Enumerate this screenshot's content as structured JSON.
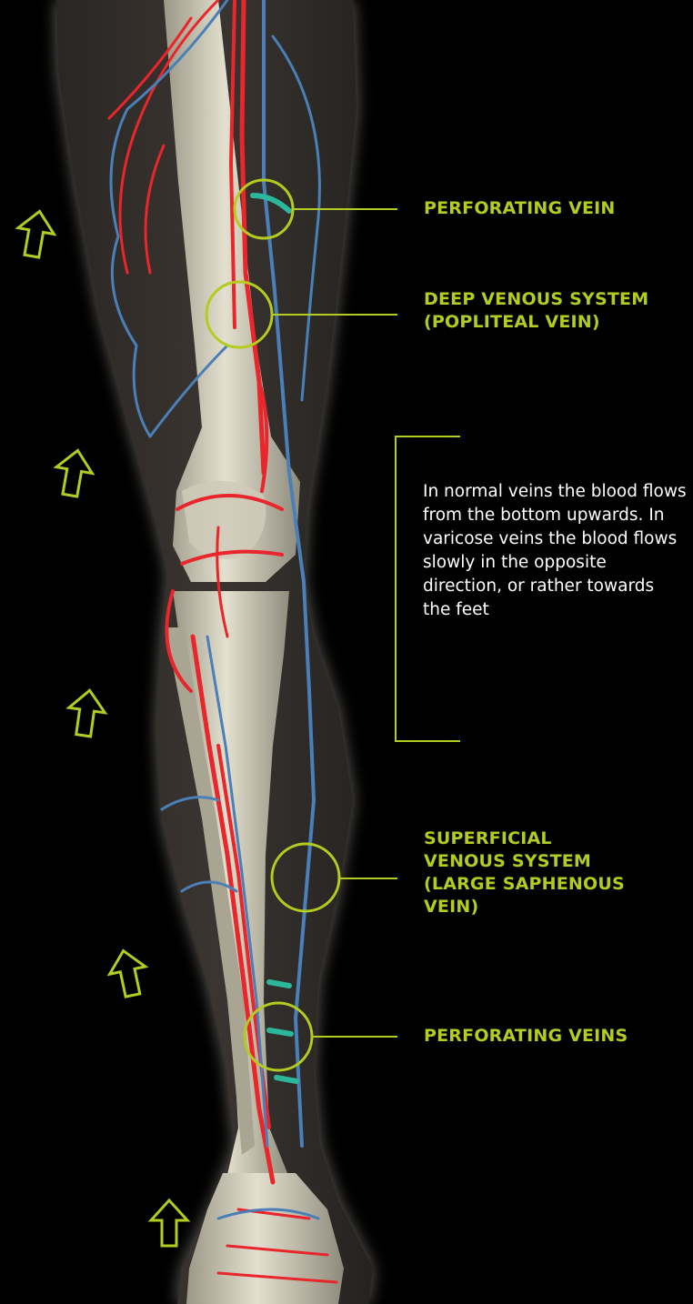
{
  "labels": {
    "perforating_vein": "PERFORATING VEIN",
    "deep_venous_line1": "DEEP VENOUS SYSTEM",
    "deep_venous_line2": "(POPLITEAL VEIN)",
    "superficial_line1": "SUPERFICIAL",
    "superficial_line2": "VENOUS SYSTEM",
    "superficial_line3": "(LARGE SAPHENOUS",
    "superficial_line4": "VEIN)",
    "perforating_veins": "PERFORATING VEINS"
  },
  "description": "In normal veins the blood flows from the bottom upwards. In varicose veins the blood flows slowly in the opposite direction, or rather towards the feet",
  "colors": {
    "accent": "#b3cc1f",
    "background": "#000000",
    "artery": "#e8262b",
    "vein": "#4a7fb8",
    "bone": "#d6d2c0",
    "perforator": "#2bb89a",
    "text": "#ffffff"
  },
  "arrows": {
    "count": 5,
    "direction": "up",
    "icon": "up-arrow-icon"
  }
}
